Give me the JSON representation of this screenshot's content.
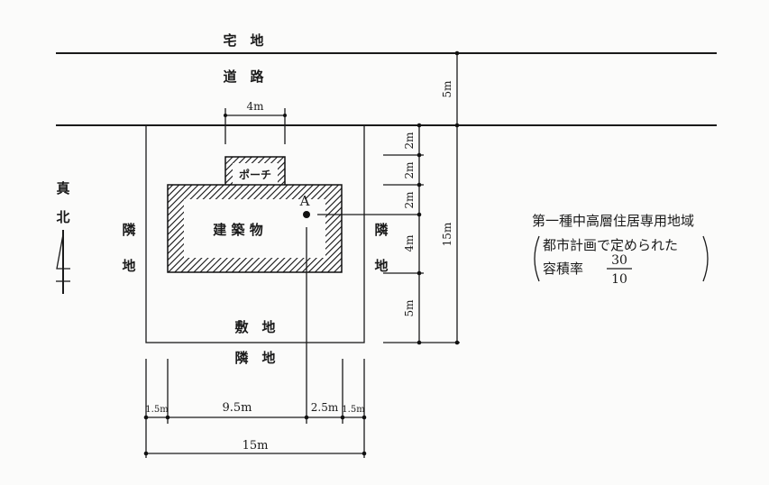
{
  "labels": {
    "residential_top": "宅　地",
    "road": "道　路",
    "adjacent_left": [
      "隣",
      "地"
    ],
    "adjacent_right": [
      "隣",
      "地"
    ],
    "site": "敷　地",
    "adjacent_bottom": "隣　地",
    "true_north": [
      "真",
      "北"
    ],
    "porch": "ポーチ",
    "building": "建 築 物",
    "point_a": "A"
  },
  "dimensions": {
    "porch_width": "4m",
    "road_width": "5m",
    "site_depth": "15m",
    "right_segments": [
      "2m",
      "2m",
      "2m",
      "4m",
      "5m"
    ],
    "bottom_segments": [
      "1.5m",
      "9.5m",
      "2.5m",
      "1.5m"
    ],
    "site_width": "15m"
  },
  "zoning": {
    "district": "第一種中高層住居専用地域",
    "note_line1": "都市計画で定められた",
    "far_label": "容積率",
    "far_numerator": "30",
    "far_denominator": "10"
  }
}
